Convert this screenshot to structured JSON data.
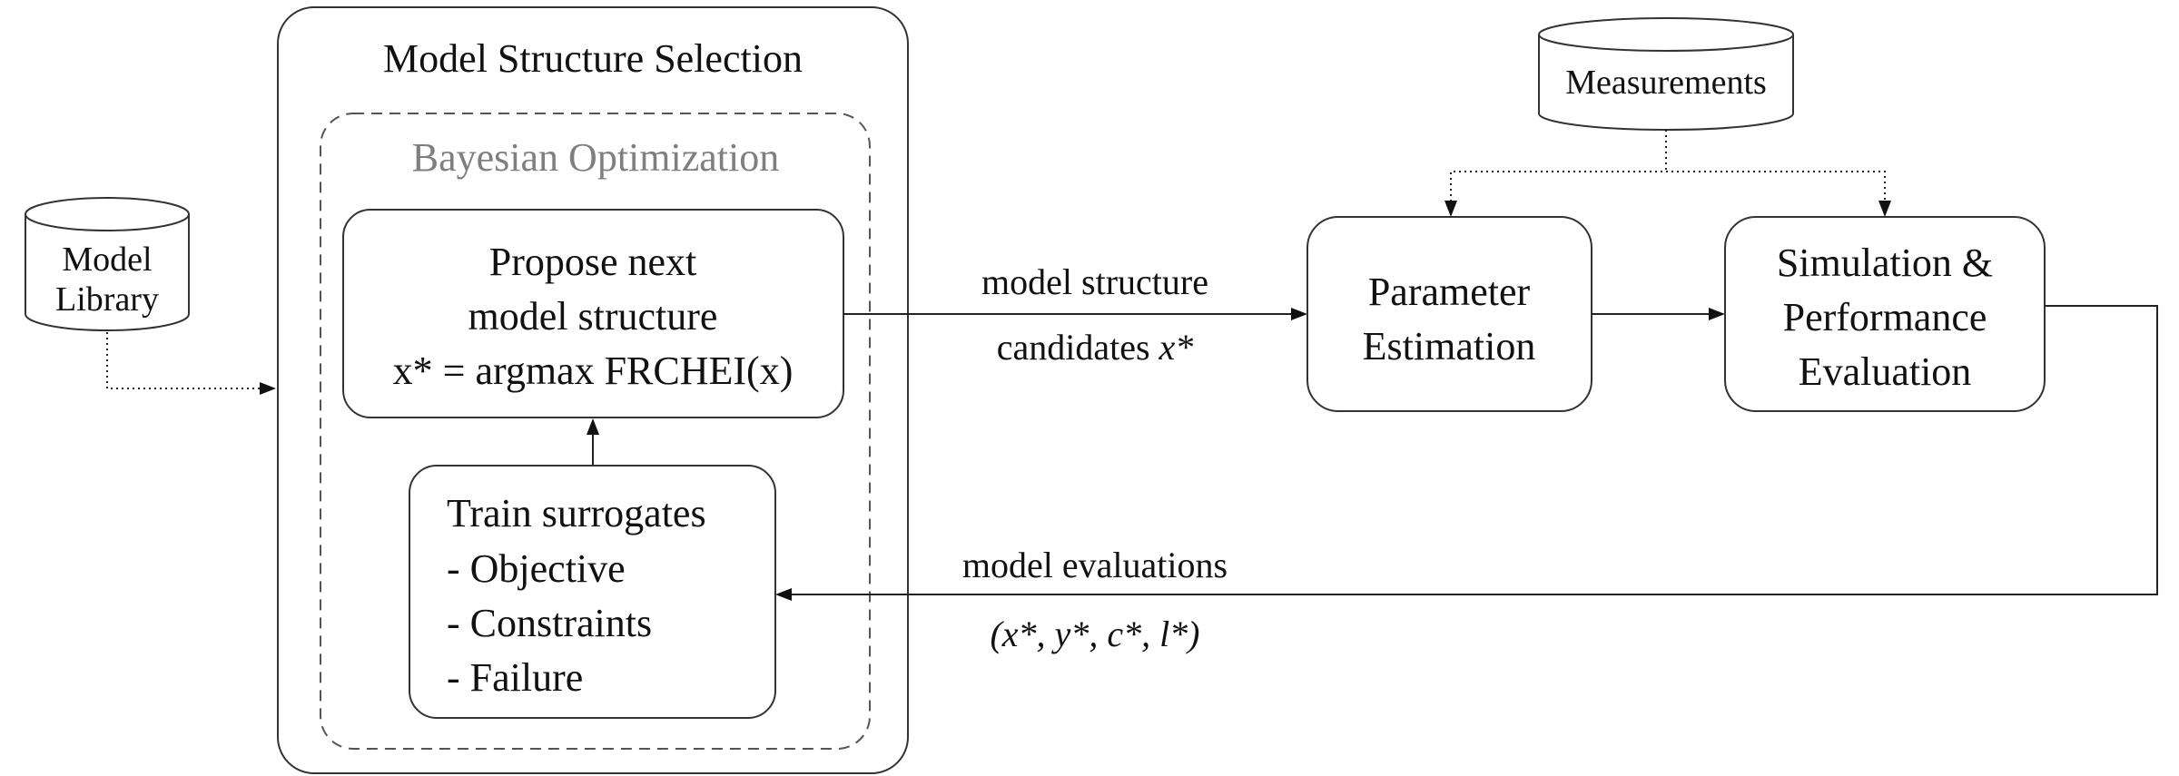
{
  "cylinders": {
    "model_library": {
      "line1": "Model",
      "line2": "Library"
    },
    "measurements": {
      "label": "Measurements"
    }
  },
  "model_structure_selection": {
    "title": "Model Structure Selection",
    "bayesian_optimization": {
      "title": "Bayesian Optimization",
      "propose": {
        "line1": "Propose next",
        "line2": "model structure",
        "line3": "x* = argmax FRCHEI(x)"
      },
      "train": {
        "line1": "Train surrogates",
        "line2": "- Objective",
        "line3": "- Constraints",
        "line4": "- Failure"
      }
    }
  },
  "parameter_estimation": {
    "line1": "Parameter",
    "line2": "Estimation"
  },
  "simulation": {
    "line1": "Simulation &",
    "line2": "Performance",
    "line3": "Evaluation"
  },
  "edges": {
    "candidates": {
      "line1": "model structure",
      "line2_text": "candidates ",
      "line2_math": "x*"
    },
    "evaluations": {
      "line1": "model evaluations",
      "line2_math": "(x*, y*, c*, l*)"
    }
  }
}
